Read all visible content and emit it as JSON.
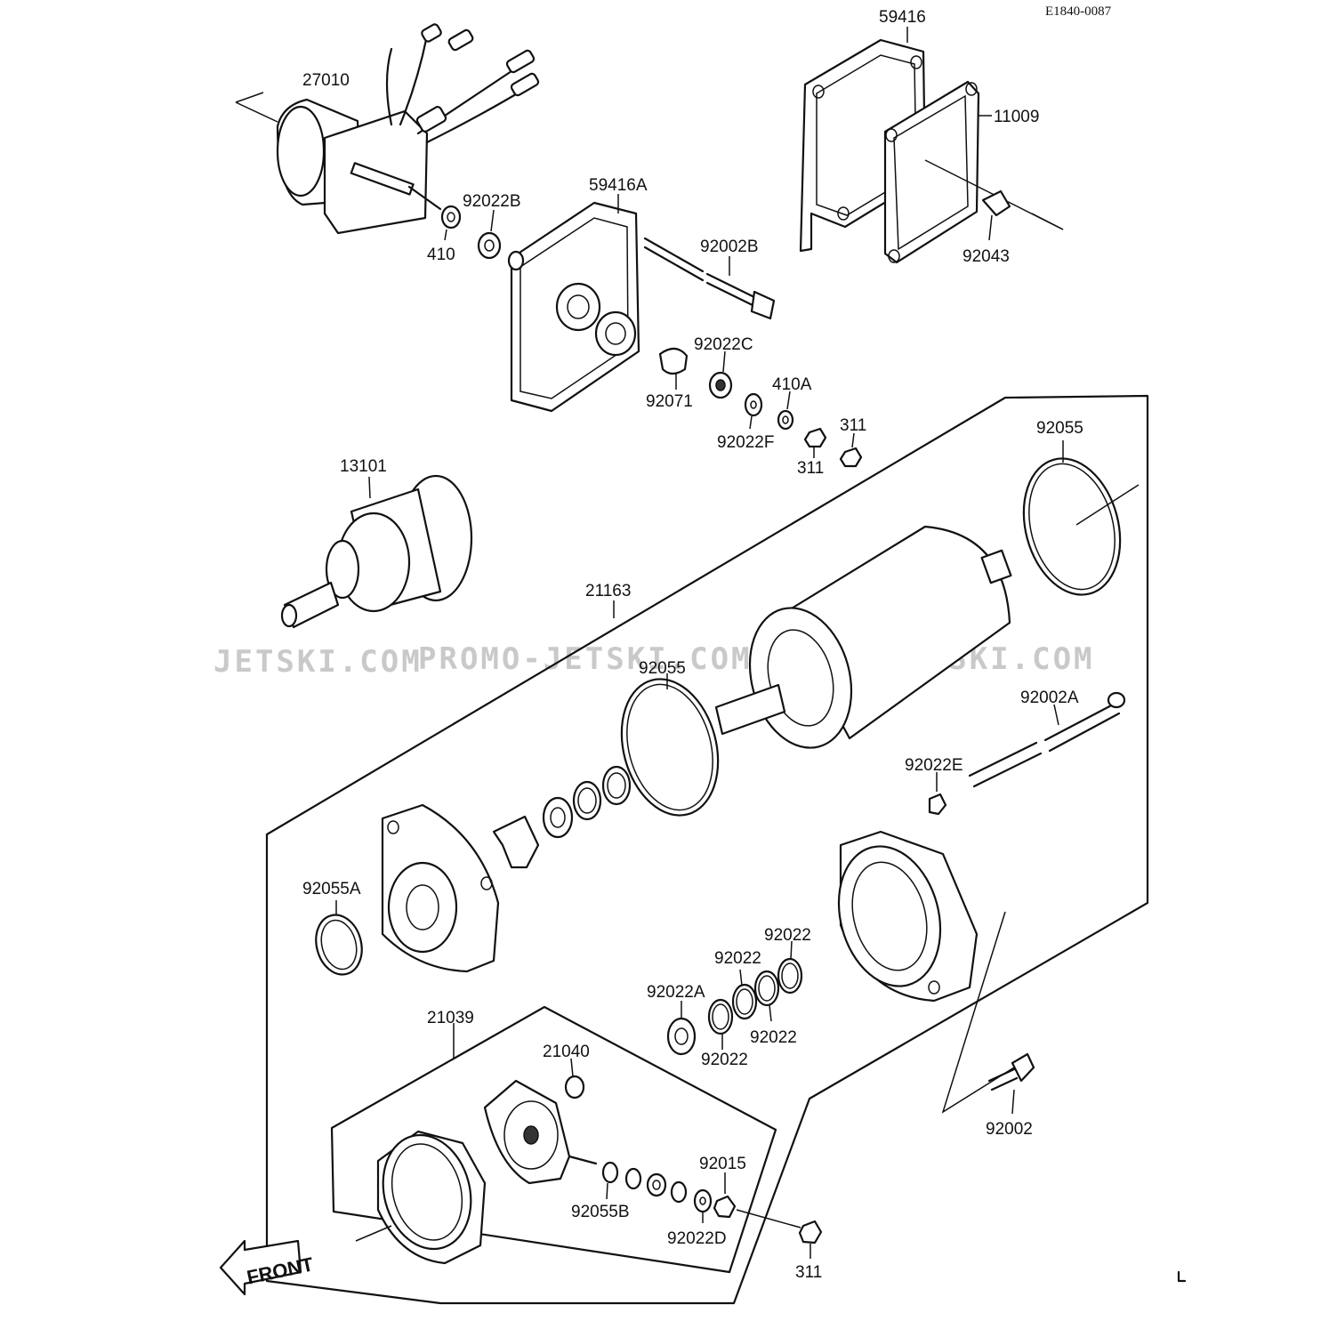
{
  "diagram": {
    "reference_code": "E1840-0087",
    "watermarks": [
      "JETSKI.COM",
      "PROMO-JETSKI.COM",
      "PROMO-JETSKI.COM"
    ],
    "front_label": "FRONT",
    "part_labels": [
      "27010",
      "59416",
      "11009",
      "92022B",
      "59416A",
      "92002B",
      "410",
      "92043",
      "92022C",
      "410A",
      "92071",
      "92022F",
      "311",
      "311",
      "92055",
      "13101",
      "21163",
      "92055",
      "92002A",
      "92022E",
      "92055A",
      "92022",
      "92022",
      "92022A",
      "92022",
      "92022",
      "21039",
      "21040",
      "92015",
      "92002",
      "92055B",
      "92022D",
      "311"
    ]
  }
}
